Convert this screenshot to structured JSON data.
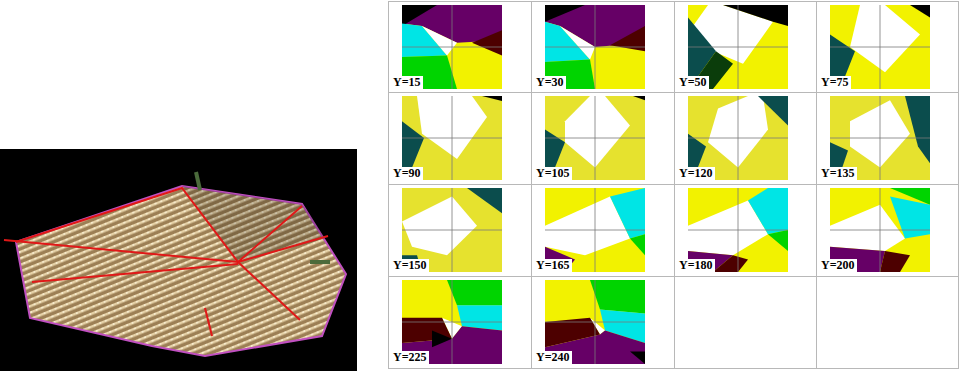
{
  "diagram": {
    "labels": [
      "Y=15",
      "Y=30",
      "Y=50",
      "Y=75",
      "Y=90",
      "Y=105",
      "Y=120",
      "Y=135",
      "Y=150",
      "Y=165",
      "Y=180",
      "Y=200",
      "Y=225",
      "Y=240"
    ]
  }
}
